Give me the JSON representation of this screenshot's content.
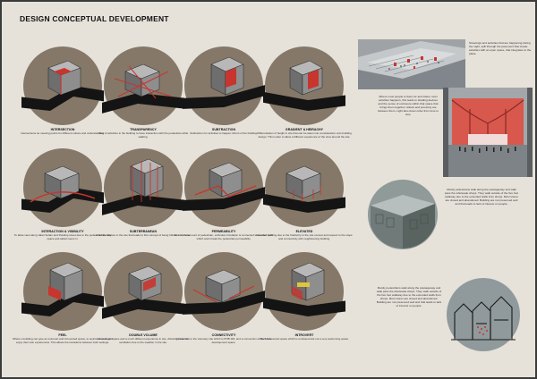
{
  "page": {
    "title": "DESIGN CONCEPTUAL DEVELOPMENT"
  },
  "colors": {
    "background": "#e6e2da",
    "circle": "#857868",
    "road": "#141414",
    "accent": "#c8352e",
    "building": "#b8b8b8",
    "building_dark": "#6e6e6e"
  },
  "concepts": [
    {
      "title": "INTERSECTION",
      "desc": "Intersections as meeting points for different culture and understanding."
    },
    {
      "title": "TRANSPARENCY",
      "desc": "View of activities in the building to have interaction with the pedestrian while walking."
    },
    {
      "title": "SUBTRACTION",
      "desc": "Subtraction for activities to happen infront of the building."
    },
    {
      "title": "GRADIENT & HEIRACHY",
      "desc": "Differentiation of height in site that can be taken into consideration onto building design. This is also to allow a different experience of the view around the site."
    },
    {
      "title": "INTERACTION & VISIBILITY",
      "desc": "To allow view along Jalan Sultan and Petaling street due to the pedestrian friendly space and attract users in."
    },
    {
      "title": "SUBTERRANEAN",
      "desc": "A hidden feature in the site that leads to this concept of being hidden in the site."
    },
    {
      "title": "PERMEABILITY",
      "desc": "Due to the amount of pedestrian, vehicular circulation is connected to another path which want break the pedestrian permeability."
    },
    {
      "title": "ELEVATED",
      "desc": "Elevated building due to the hotdoctry to the site context and respect to the slope and connectivity with neighbouring building."
    },
    {
      "title": "FEEL",
      "desc": "Where a building can give an extrovert and introverted space, to welcome users and enjoy their own experiences. This allows the transitions between both settings."
    },
    {
      "title": "DOUBLE VOLUME",
      "desc": "Allow larger space and a much different experience in site. Allowing better air ventilation due to the weather in the site."
    },
    {
      "title": "CONNECTIVITY",
      "desc": "Connection to the visionary site which is PNB 118, and a connection to the future development space."
    },
    {
      "title": "INTROVERT",
      "desc": "Much introverted space which is enclosed and not a very welcoming space."
    }
  ],
  "panels": {
    "street_text": "Streetings and activities that are happening during the night, spill through the pavement that create activities with an open space, that integrates to the plaza.",
    "interior_text": "Where most people is there for and where most activities happens, this leads to shading devices and the sense of enclosure within that space that brings them together. Allows and proximity are between them. Light also down order from time to time",
    "circle_text": "Mostly pedestrians walk along the passageway and walk pass the wholesale shops. They walk outside of the five foot walkway due to the extended stalls from shops. Most stores are closed and abandoned. Building are not preserved well and that leads to lack of interest on people.",
    "section_text": "Mostly pedestrians walk along the passageway and walk pass the wholesale shops. They walk outside of the five foot walkway due to the extended stalls from shops. Most stores are closed and abandoned. Building are not preserved well and that leads to lack of interest on people."
  }
}
